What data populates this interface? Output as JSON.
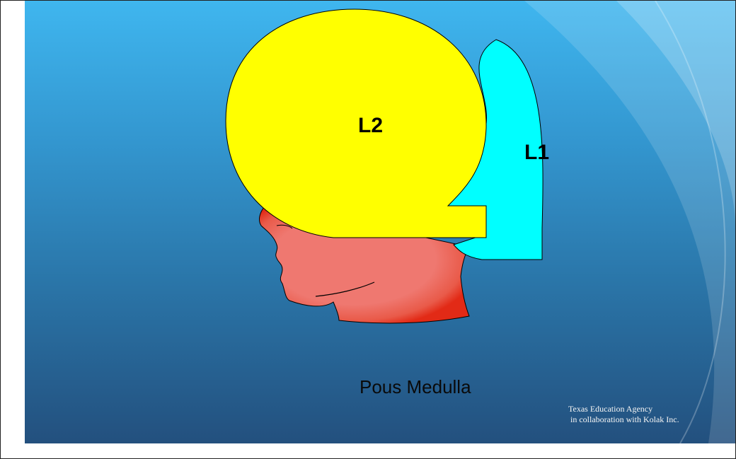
{
  "labels": {
    "l2": "L2",
    "l1": "L1"
  },
  "caption": "Pous Medulla",
  "credit": {
    "line1": "Texas Education Agency",
    "line2": " in collaboration with Kolak Inc."
  },
  "colors": {
    "l2_lobe": "#ffff00",
    "l1_lobe": "#00ffff",
    "head": "#ef7870",
    "head_shadow": "#e22a16",
    "background_top": "#3fb6ef",
    "background_bottom": "#23507e"
  }
}
